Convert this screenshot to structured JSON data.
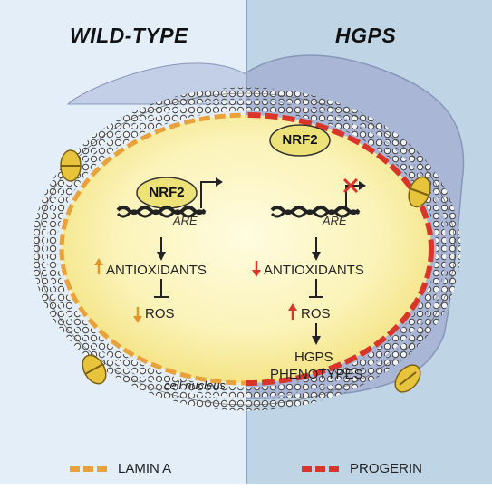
{
  "panels": {
    "left_title": "WILD-TYPE",
    "right_title": "HGPS"
  },
  "left": {
    "factor": "NRF2",
    "element": "ARE",
    "antioxidants": "ANTIOXIDANTS",
    "ros": "ROS",
    "nucleus_label": "cell nucleus"
  },
  "right": {
    "factor": "NRF2",
    "element": "ARE",
    "antioxidants": "ANTIOXIDANTS",
    "ros": "ROS",
    "phenotype_line1": "HGPS",
    "phenotype_line2": "PHENOTYPES"
  },
  "legend": {
    "lamin": "LAMIN A",
    "progerin": "PROGERIN"
  },
  "colors": {
    "left_bg": "#e3eef8",
    "right_bg": "#bfd5e6",
    "lamin_a": "#e9a23b",
    "progerin": "#d9362b",
    "nucleoplasm": "#fbf3b8",
    "cytoplasm_right": "#a7b4d4",
    "arrow_up_down": "#e0962a",
    "arrow_red": "#d9362b"
  }
}
